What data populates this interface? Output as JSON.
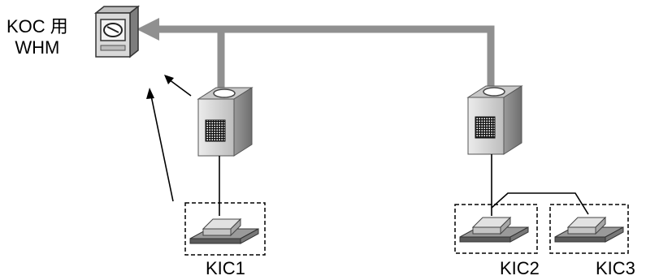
{
  "meter": {
    "line1": "KOC 用",
    "line2": "WHM",
    "icon": "watt-hour-meter-icon"
  },
  "outdoor_units": [
    {
      "id": "outdoor-unit-1",
      "icon": "outdoor-unit-icon"
    },
    {
      "id": "outdoor-unit-2",
      "icon": "outdoor-unit-icon"
    }
  ],
  "indoor_units": [
    {
      "label": "KIC1",
      "icon": "indoor-unit-icon"
    },
    {
      "label": "KIC2",
      "icon": "indoor-unit-icon"
    },
    {
      "label": "KIC3",
      "icon": "indoor-unit-icon"
    }
  ],
  "colors": {
    "power_line": "#909090",
    "unit_body": "#dcdcdc",
    "unit_shadow": "#8c8c8c",
    "dashed_box": "#000000"
  }
}
